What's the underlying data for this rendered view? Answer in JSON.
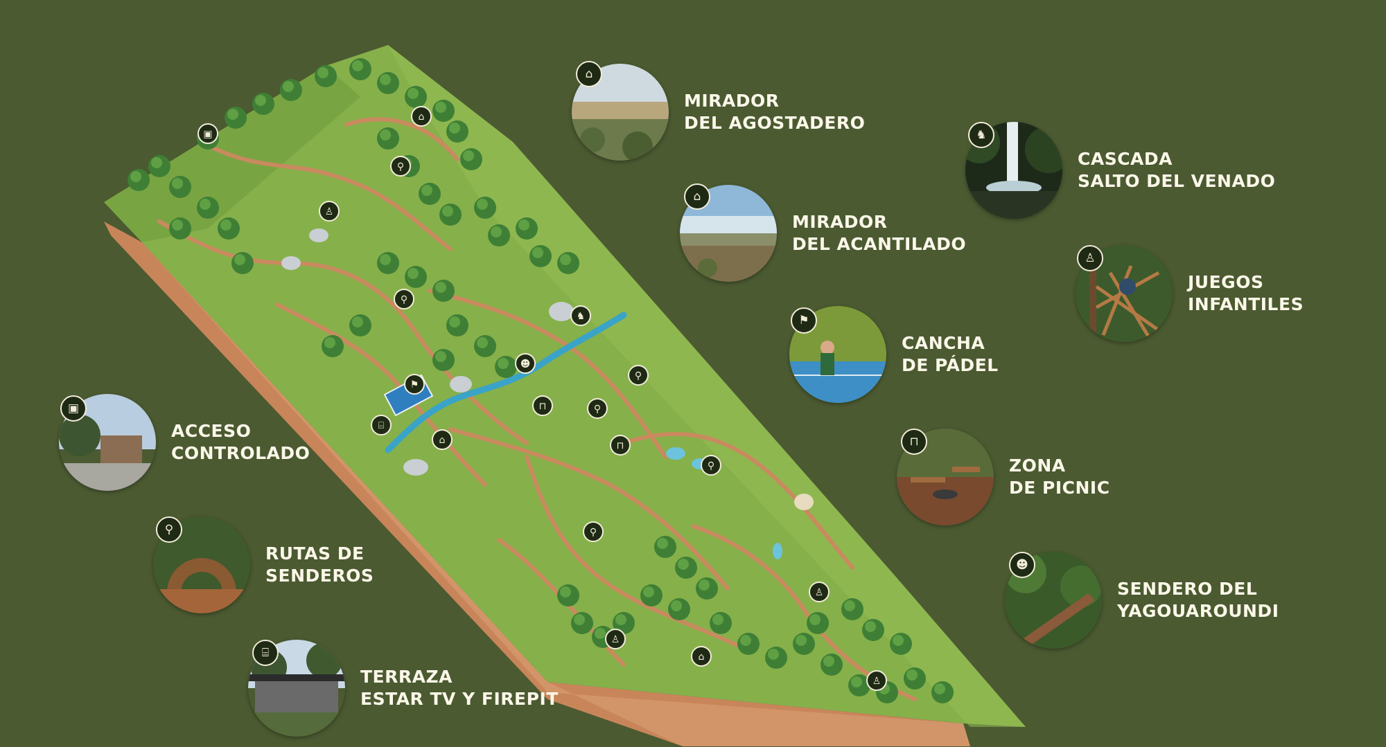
{
  "colors": {
    "background": "#4b5a31",
    "label_text": "#fbf7e9",
    "terrain_top": "#86b04a",
    "terrain_side": "#c9855a",
    "path": "#c98a5f",
    "water": "#3aa3c8",
    "badge": "#1f2a14"
  },
  "pois": {
    "mirador_agostadero": {
      "line1": "MIRADOR",
      "line2": "DEL AGOSTADERO",
      "icon": "viewpoint-icon",
      "glyph": "⌂"
    },
    "cascada": {
      "line1": "CASCADA",
      "line2": "SALTO DEL VENADO",
      "icon": "deer-icon",
      "glyph": "♞"
    },
    "mirador_acantilado": {
      "line1": "MIRADOR",
      "line2": "DEL ACANTILADO",
      "icon": "viewpoint-icon",
      "glyph": "⌂"
    },
    "juegos": {
      "line1": "JUEGOS",
      "line2": "INFANTILES",
      "icon": "playground-icon",
      "glyph": "♙"
    },
    "padel": {
      "line1": "CANCHA",
      "line2": "DE PÁDEL",
      "icon": "padel-icon",
      "glyph": "⚑"
    },
    "acceso": {
      "line1": "ACCESO",
      "line2": "CONTROLADO",
      "icon": "gate-icon",
      "glyph": "▣"
    },
    "picnic": {
      "line1": "ZONA",
      "line2": "DE PICNIC",
      "icon": "picnic-icon",
      "glyph": "⊓"
    },
    "senderos": {
      "line1": "RUTAS DE",
      "line2": "SENDEROS",
      "icon": "hikers-icon",
      "glyph": "⚲"
    },
    "yagouaroundi": {
      "line1": "SENDERO DEL",
      "line2": "YAGOUAROUNDI",
      "icon": "wildcat-icon",
      "glyph": "☻"
    },
    "terraza": {
      "line1": "TERRAZA",
      "line2": "ESTAR TV Y FIREPIT",
      "icon": "terrace-icon",
      "glyph": "⌸"
    }
  }
}
